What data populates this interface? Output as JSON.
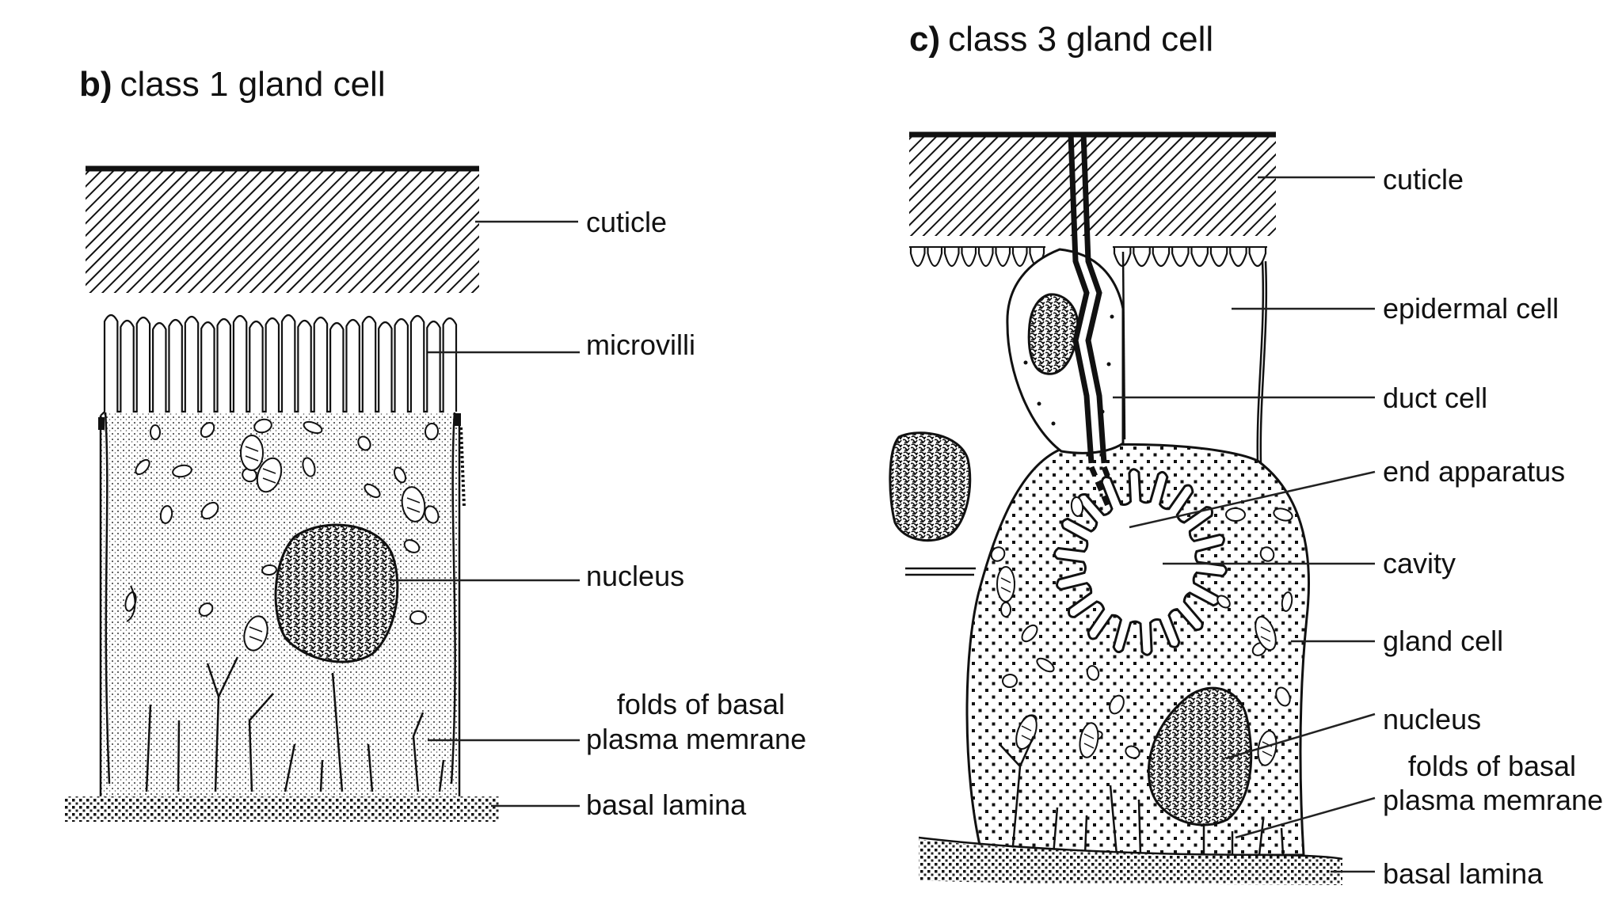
{
  "panel_b": {
    "letter": "b)",
    "title": "class 1 gland cell",
    "labels": {
      "cuticle": "cuticle",
      "microvilli": "microvilli",
      "nucleus": "nucleus",
      "folds_line1": "folds of basal",
      "folds_line2": "plasma memrane",
      "basal_lamina": "basal lamina"
    }
  },
  "panel_c": {
    "letter": "c)",
    "title": "class 3 gland cell",
    "labels": {
      "cuticle": "cuticle",
      "epidermal_cell": "epidermal cell",
      "duct_cell": "duct cell",
      "end_apparatus": "end apparatus",
      "cavity": "cavity",
      "gland_cell": "gland cell",
      "nucleus": "nucleus",
      "folds_line1": "folds of basal",
      "folds_line2": "plasma memrane",
      "basal_lamina": "basal lamina"
    }
  }
}
